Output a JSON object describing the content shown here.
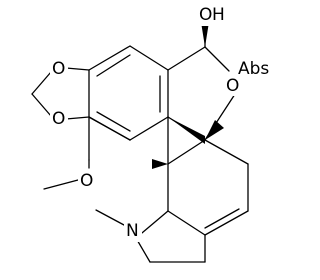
{
  "molecule": {
    "atoms": [
      {
        "id": "O_hydroxyl",
        "label": "O",
        "suffix": "H"
      },
      {
        "id": "O_ring",
        "label": "O"
      },
      {
        "id": "O_dioxole_top",
        "label": "O"
      },
      {
        "id": "O_dioxole_bottom",
        "label": "O"
      },
      {
        "id": "O_methoxy",
        "label": "O"
      },
      {
        "id": "N_pyrrolidine",
        "label": "N"
      }
    ],
    "stereo_labels": [
      {
        "id": "abs_label",
        "text": "Abs"
      }
    ]
  }
}
